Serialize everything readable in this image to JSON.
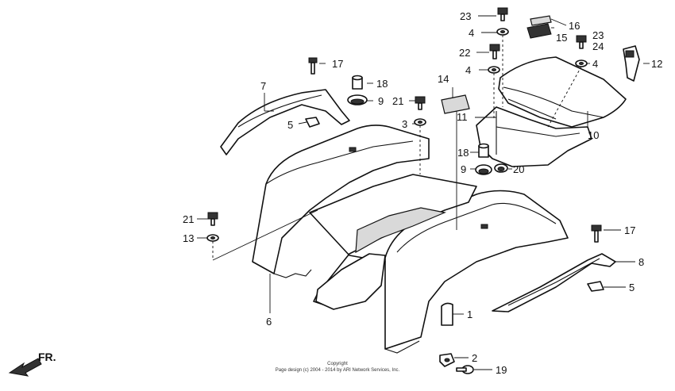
{
  "callouts": {
    "c1": "1",
    "c2": "2",
    "c3": "3",
    "c4a": "4",
    "c4b": "4",
    "c4c": "4",
    "c5a": "5",
    "c5b": "5",
    "c6": "6",
    "c7": "7",
    "c8": "8",
    "c9a": "9",
    "c9b": "9",
    "c10": "10",
    "c11": "11",
    "c12": "12",
    "c13": "13",
    "c14": "14",
    "c15": "15",
    "c16": "16",
    "c17a": "17",
    "c17b": "17",
    "c18a": "18",
    "c18b": "18",
    "c19": "19",
    "c20": "20",
    "c21a": "21",
    "c21b": "21",
    "c22": "22",
    "c23a": "23",
    "c23b": "23",
    "c24": "24"
  },
  "front_label": "FR.",
  "copyright": {
    "line1": "Copyright",
    "line2": "Page design (c) 2004 - 2014 by ARI Network Services, Inc."
  }
}
